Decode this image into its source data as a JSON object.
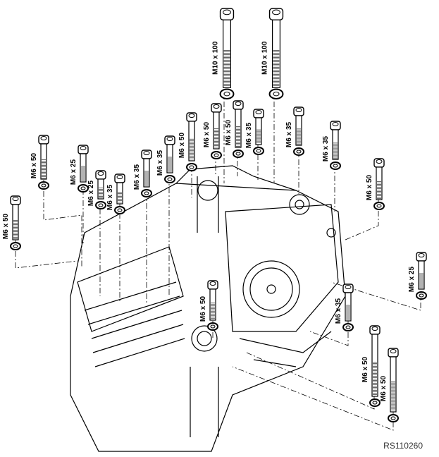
{
  "figure": {
    "reference": "RS110260",
    "subject": "crankcase bolt layout",
    "bolts": [
      {
        "id": "b1",
        "label": "M10 x 100"
      },
      {
        "id": "b2",
        "label": "M10 x 100"
      },
      {
        "id": "b3",
        "label": "M6 x 50"
      },
      {
        "id": "b4",
        "label": "M6 x 50"
      },
      {
        "id": "b5",
        "label": "M6 x 25"
      },
      {
        "id": "b6",
        "label": "M6 x 25"
      },
      {
        "id": "b7",
        "label": "M6 x 35"
      },
      {
        "id": "b8",
        "label": "M6 x 35"
      },
      {
        "id": "b9",
        "label": "M6 x 35"
      },
      {
        "id": "b10",
        "label": "M6 x 50"
      },
      {
        "id": "b11",
        "label": "M6 x 50"
      },
      {
        "id": "b12",
        "label": "M6 x 50"
      },
      {
        "id": "b13",
        "label": "M6 x 35"
      },
      {
        "id": "b14",
        "label": "M6 x 35"
      },
      {
        "id": "b15",
        "label": "M6 x 35"
      },
      {
        "id": "b16",
        "label": "M6 x 50"
      },
      {
        "id": "b17",
        "label": "M6 x 25"
      },
      {
        "id": "b18",
        "label": "M6 x 50"
      },
      {
        "id": "b19",
        "label": "M6 x 35"
      },
      {
        "id": "b20",
        "label": "M6 x 50"
      },
      {
        "id": "b21",
        "label": "M6 x 50"
      }
    ]
  }
}
